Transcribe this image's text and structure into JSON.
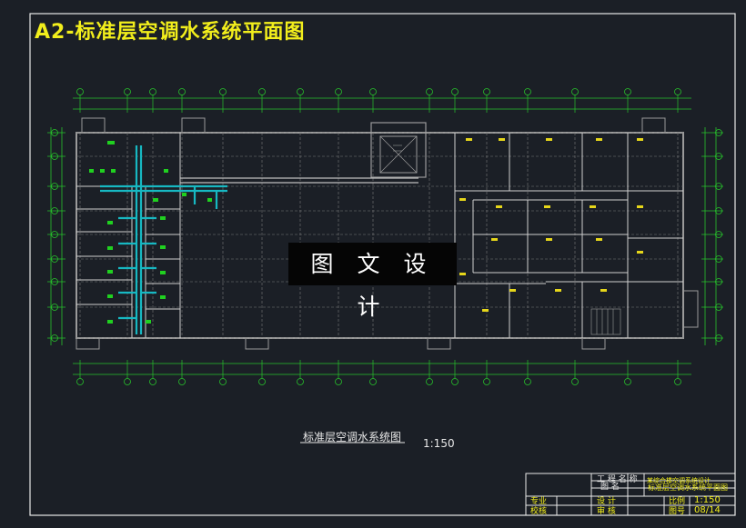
{
  "drawing": {
    "title": "A2-标准层空调水系统平面图",
    "caption": "标准层空调水系统图",
    "scale": "1:150",
    "watermark": "图 文 设 计"
  },
  "title_block": {
    "project_label": "工 程 名 称",
    "project_value": "某综合楼空调系统设计",
    "drawing_label": "图 名",
    "drawing_value": "标准层空调水系统平面图",
    "major_label": "专业",
    "design_label": "设 计",
    "scale_label": "比例",
    "scale_value": "1:150",
    "review_label": "审 核",
    "drawing_no_label": "图号",
    "drawing_no_value": "08/14",
    "check_label": "校核"
  },
  "colors": {
    "background": "#1b1f26",
    "frame": "#e8e8e8",
    "grid": "#27c42b",
    "wall": "#9a9a9a",
    "pipe": "#17b8c2",
    "title": "#f2ee1c",
    "equipment": "#20d020"
  }
}
